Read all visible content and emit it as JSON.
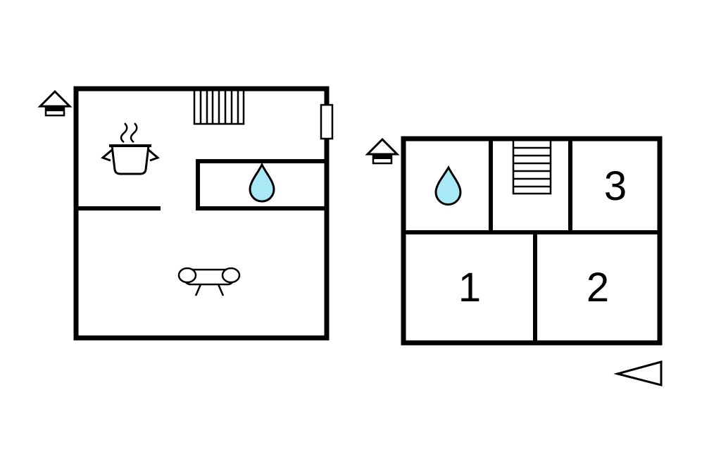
{
  "floor_plan": {
    "background": "#ffffff",
    "line_color": "#000000",
    "water_drop_color": "#a9e9f5",
    "left_plan": {
      "icons": {
        "entrance": "house-icon",
        "stairs": "stairs-icon",
        "stove": "stove-icon",
        "water": "water-drop-icon",
        "sofa": "sofa-icon",
        "window": "window-icon"
      }
    },
    "right_plan": {
      "icons": {
        "entrance": "house-icon",
        "stairs": "stairs-icon",
        "water": "water-drop-icon"
      },
      "room_labels": [
        "1",
        "2",
        "3"
      ]
    },
    "direction_marker": "triangle-left-icon"
  }
}
